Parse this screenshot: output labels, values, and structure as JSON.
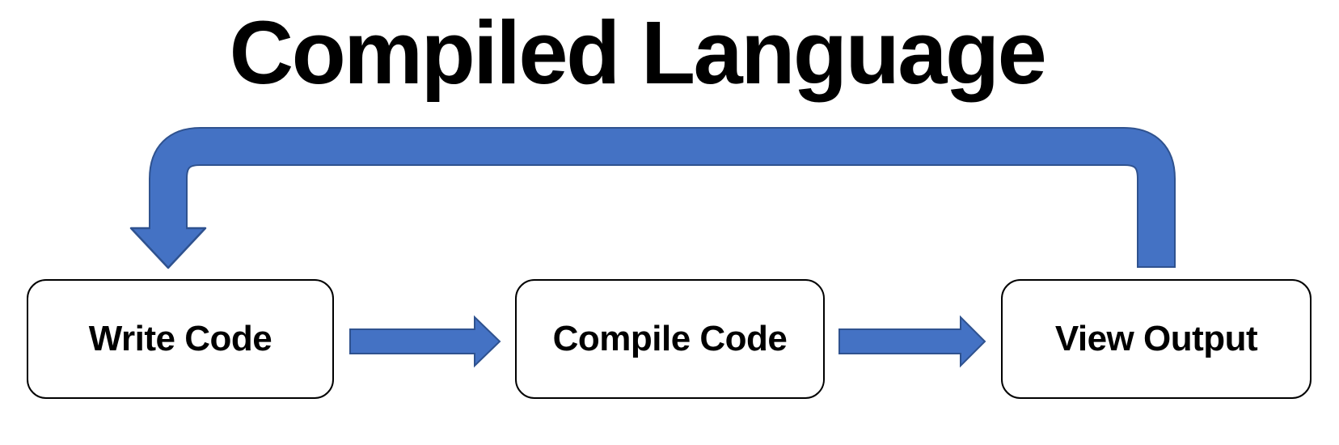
{
  "title": "Compiled Language",
  "diagram": {
    "nodes": [
      {
        "id": "write-code",
        "label": "Write Code"
      },
      {
        "id": "compile-code",
        "label": "Compile Code"
      },
      {
        "id": "view-output",
        "label": "View Output"
      }
    ],
    "arrows": [
      {
        "from": "write-code",
        "to": "compile-code",
        "style": "block-arrow-right"
      },
      {
        "from": "compile-code",
        "to": "view-output",
        "style": "block-arrow-right"
      },
      {
        "from": "view-output",
        "to": "write-code",
        "style": "bent-loop-arrow-over-top"
      }
    ],
    "colors": {
      "arrow_fill": "#4472C4",
      "arrow_outline": "#2F528F",
      "node_fill": "#FFFFFF",
      "node_border": "#000000",
      "title_color": "#000000",
      "background": "#FFFFFF"
    }
  }
}
